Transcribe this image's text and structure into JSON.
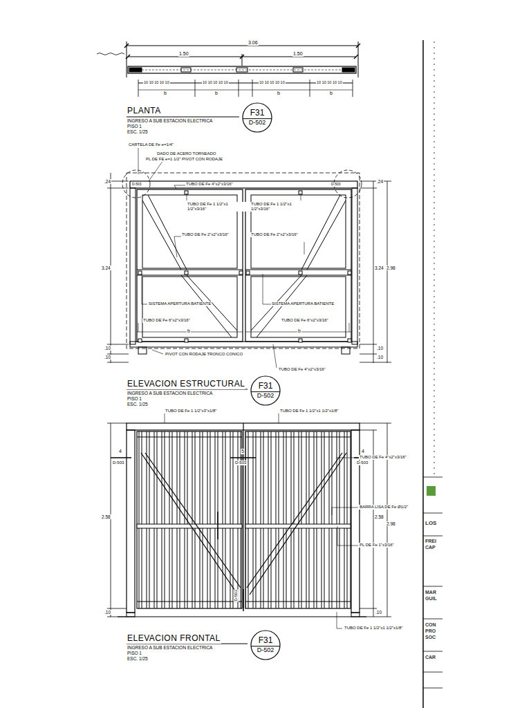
{
  "diagram": {
    "nodes": [
      {
        "text": [
          "F31",
          "D-502"
        ]
      },
      {
        "text": [
          "F31",
          "D-502"
        ]
      },
      {
        "text": [
          "F31",
          "D-502"
        ]
      }
    ],
    "labels": [
      "3.06",
      "1.50",
      "1.50",
      "10 10 10 10 10",
      "10 10 10 10 10",
      "10 10 10 10 10",
      "10 10 10 10 10",
      "b",
      "b",
      "b",
      "b",
      "PLANTA",
      "INGRESO A SUB ESTACION ELECTRICA",
      "PISO 1",
      "ESC. 1/25",
      "CARTELA DE Fe e=1/4\"",
      "DADO DE ACERO TORNEADO",
      "PL DE FE e=1 1/2\" PIVOT CON RODAJE",
      "D-503",
      "D-503",
      "TUBO DE Fe 4\"x2\"x3/16\"",
      "TUBO DE Fe 1 1/2\"x1 1/2\"x3/16\"",
      "TUBO DE Fe 1 1/2\"x1 1/2\"x3/16\"",
      "TUBO DE Fe 2\"x2\"x3/16\"",
      "TUBO DE Fe 2\"x2\"x3/16\"",
      "SISTEMA APERTURA BATIENTE",
      "SISTEMA APERTURA BATIENTE",
      "TUBO DE Fe 6\"x2\"x3/16\"",
      "TUBO DE Fe 6\"x2\"x3/16\"",
      "b",
      "b",
      "PIVOT CON RODAJE TRONCO CONICO",
      "TUBO DE Fe 4\"x2\"x3/16\"",
      ".24",
      "3.24",
      ".10",
      ".10",
      ".24",
      "3.24",
      "2.98",
      ".10",
      ".10",
      "ELEVACION ESTRUCTURAL",
      "INGRESO A SUB ESTACION ELECTRICA",
      "PISO 1",
      "ESC. 1/25",
      "TUBO DE Fe 1 1/2\"x3\"x1/8\"",
      "TUBO DE Fe 1 1/2\"x1 1/2\"x1/8\"",
      "4",
      "D-503",
      "5",
      "D-503",
      "4",
      "D-503",
      "TUBO DE Fe 4\"x2\"x3/16\"",
      "BARRA LISA DE Fe Ø1/2\"",
      "2.58",
      "2.58",
      "2.98",
      "PL DE Fe 1\"x3/16\"",
      ".10",
      ".10",
      "D-503",
      "TUBO DE Fe 1 1/2\"x1 1/2\"x1/8\"",
      "ELEVACION FRONTAL",
      "INGRESO A SUB ESTACION ELECTRICA",
      "PISO 1",
      "ESC. 1/25",
      "LOS",
      "FREI",
      "CAP",
      "MAR",
      "GUIL",
      "CON",
      "PRO",
      "SOC",
      "CAR"
    ]
  }
}
